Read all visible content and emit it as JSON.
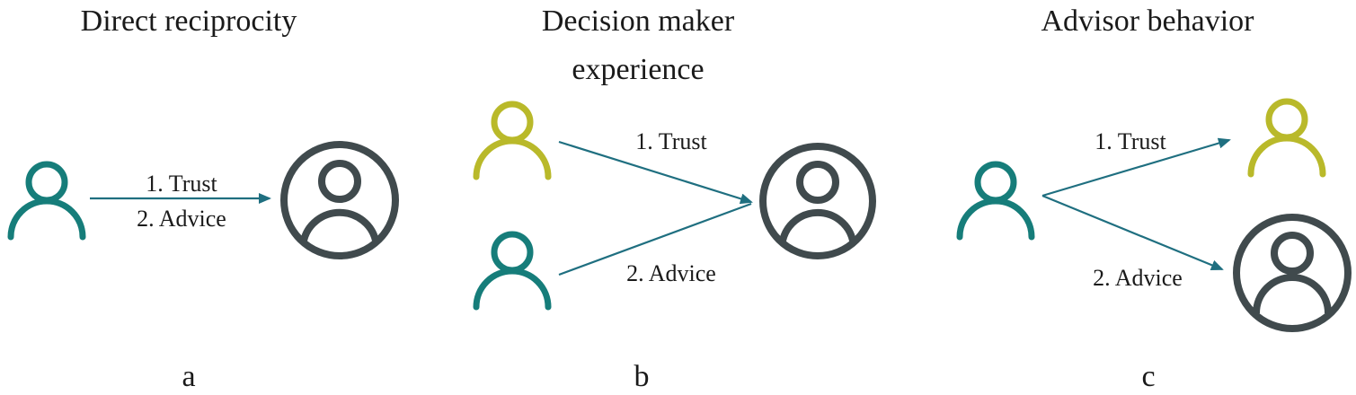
{
  "panels": [
    {
      "title": "Direct reciprocity",
      "letter": "a",
      "edge_labels": [
        "1. Trust",
        "2. Advice"
      ]
    },
    {
      "title_line1": "Decision maker",
      "title_line2": "experience",
      "letter": "b",
      "edge_labels": [
        "1. Trust",
        "2. Advice"
      ]
    },
    {
      "title": "Advisor behavior",
      "letter": "c",
      "edge_labels": [
        "1. Trust",
        "2. Advice"
      ]
    }
  ],
  "colors": {
    "teal": "#167d7a",
    "olive": "#b9b92a",
    "gray": "#404a4d",
    "arrow": "#1f6f80"
  },
  "icons": {
    "person": "person-icon",
    "person_circle": "person-circle-icon"
  }
}
